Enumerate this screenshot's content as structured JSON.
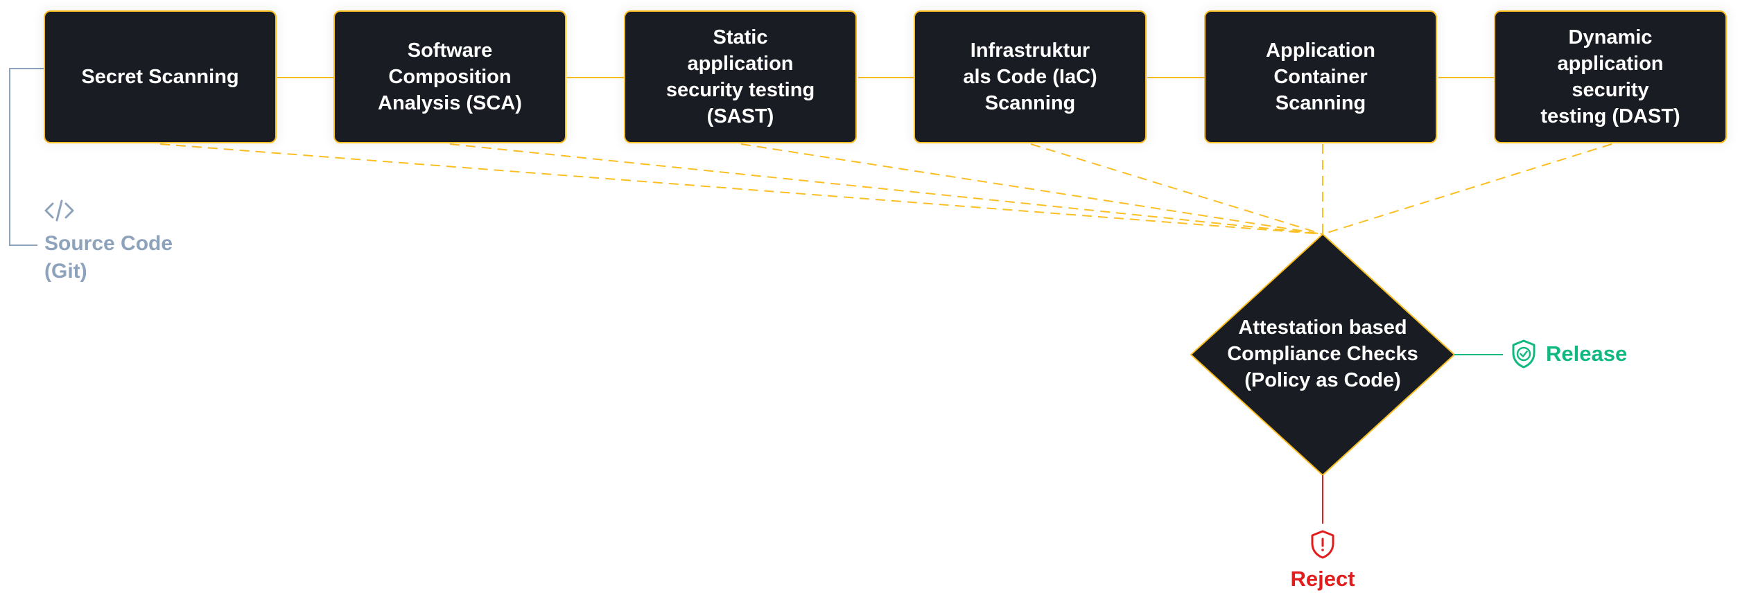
{
  "diagram": {
    "title_hidden": "",
    "source": {
      "icon": "code-icon",
      "label": "Source Code\n(Git)"
    },
    "stages": [
      {
        "id": "secret",
        "label": "Secret Scanning"
      },
      {
        "id": "sca",
        "label": "Software\nComposition\nAnalysis (SCA)"
      },
      {
        "id": "sast",
        "label": "Static\napplication\nsecurity testing\n(SAST)"
      },
      {
        "id": "iac",
        "label": "Infrastruktur\nals Code (IaC)\nScanning"
      },
      {
        "id": "container",
        "label": "Application\nContainer\nScanning"
      },
      {
        "id": "dast",
        "label": "Dynamic\napplication\nsecurity\ntesting (DAST)"
      }
    ],
    "decision": {
      "label": "Attestation based\nCompliance Checks\n(Policy as Code)"
    },
    "outcomes": {
      "release": {
        "label": "Release",
        "icon": "shield-check-icon"
      },
      "reject": {
        "label": "Reject",
        "icon": "shield-alert-icon"
      }
    },
    "colors": {
      "box_fill": "#191c23",
      "accent": "#fbbf24",
      "source": "#8da2bb",
      "release": "#10b981",
      "reject": "#e11d1d"
    }
  }
}
